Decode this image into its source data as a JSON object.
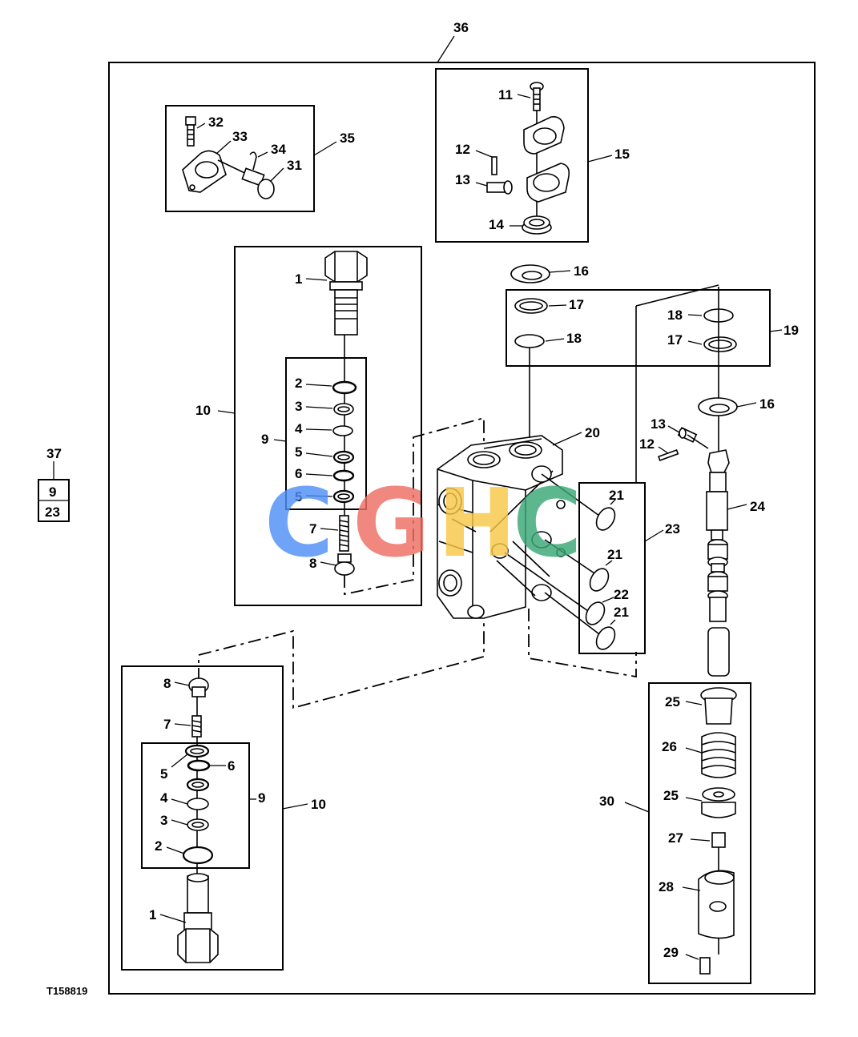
{
  "figure_id": "T158819",
  "callouts": {
    "c1a": "1",
    "c2a": "2",
    "c3a": "3",
    "c4a": "4",
    "c5a": "5",
    "c6a": "6",
    "c5b": "5",
    "c7a": "7",
    "c8a": "8",
    "c9a": "9",
    "c10a": "10",
    "c1b": "1",
    "c2b": "2",
    "c3b": "3",
    "c4b": "4",
    "c5c": "5",
    "c6b": "6",
    "c7b": "7",
    "c8b": "8",
    "c9b": "9",
    "c10b": "10",
    "c11": "11",
    "c12a": "12",
    "c13a": "13",
    "c14": "14",
    "c15": "15",
    "c16a": "16",
    "c16b": "16",
    "c17a": "17",
    "c17b": "17",
    "c18a": "18",
    "c18b": "18",
    "c19": "19",
    "c20": "20",
    "c21a": "21",
    "c21b": "21",
    "c21c": "21",
    "c22": "22",
    "c23": "23",
    "c12b": "12",
    "c13b": "13",
    "c24": "24",
    "c25a": "25",
    "c25b": "25",
    "c26": "26",
    "c27": "27",
    "c28": "28",
    "c29": "29",
    "c30": "30",
    "c31": "31",
    "c32": "32",
    "c33": "33",
    "c34": "34",
    "c35": "35",
    "c36": "36",
    "c37": "37",
    "c37_9": "9",
    "c37_23": "23"
  },
  "watermark": {
    "letters": [
      "C",
      "G",
      "H",
      "C"
    ],
    "colors": [
      "#4f8ff7",
      "#ef6f63",
      "#f7c948",
      "#3aa876"
    ]
  }
}
